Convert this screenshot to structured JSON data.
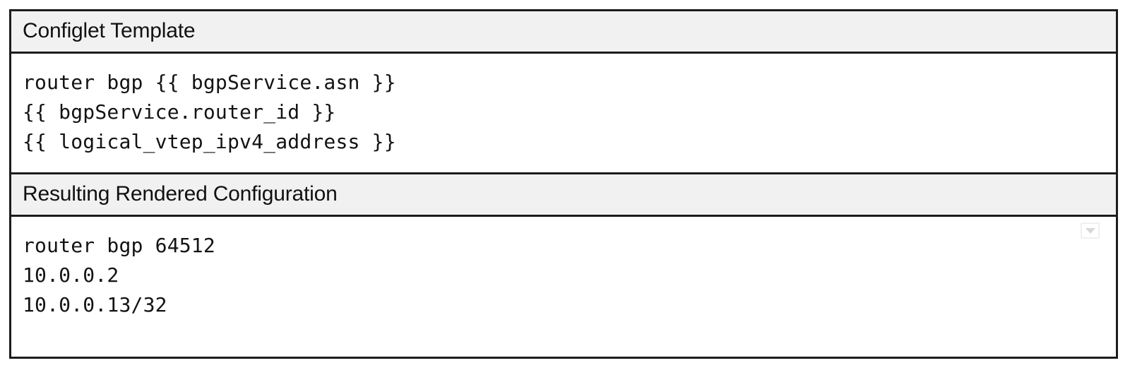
{
  "figure": {
    "border_color": "#1c1c1c",
    "header_background": "#f1f1f1",
    "body_background": "#ffffff",
    "text_color": "#131313"
  },
  "template_panel": {
    "header": "Configlet Template",
    "lines": [
      "router bgp {{ bgpService.asn }}",
      "{{ bgpService.router_id }}",
      "{{ logical_vtep_ipv4_address }}"
    ]
  },
  "rendered_panel": {
    "header": "Resulting Rendered Configuration",
    "lines": [
      "router bgp 64512",
      "10.0.0.2",
      "10.0.0.13/32"
    ],
    "collapse_icon": "caret-down-icon"
  }
}
